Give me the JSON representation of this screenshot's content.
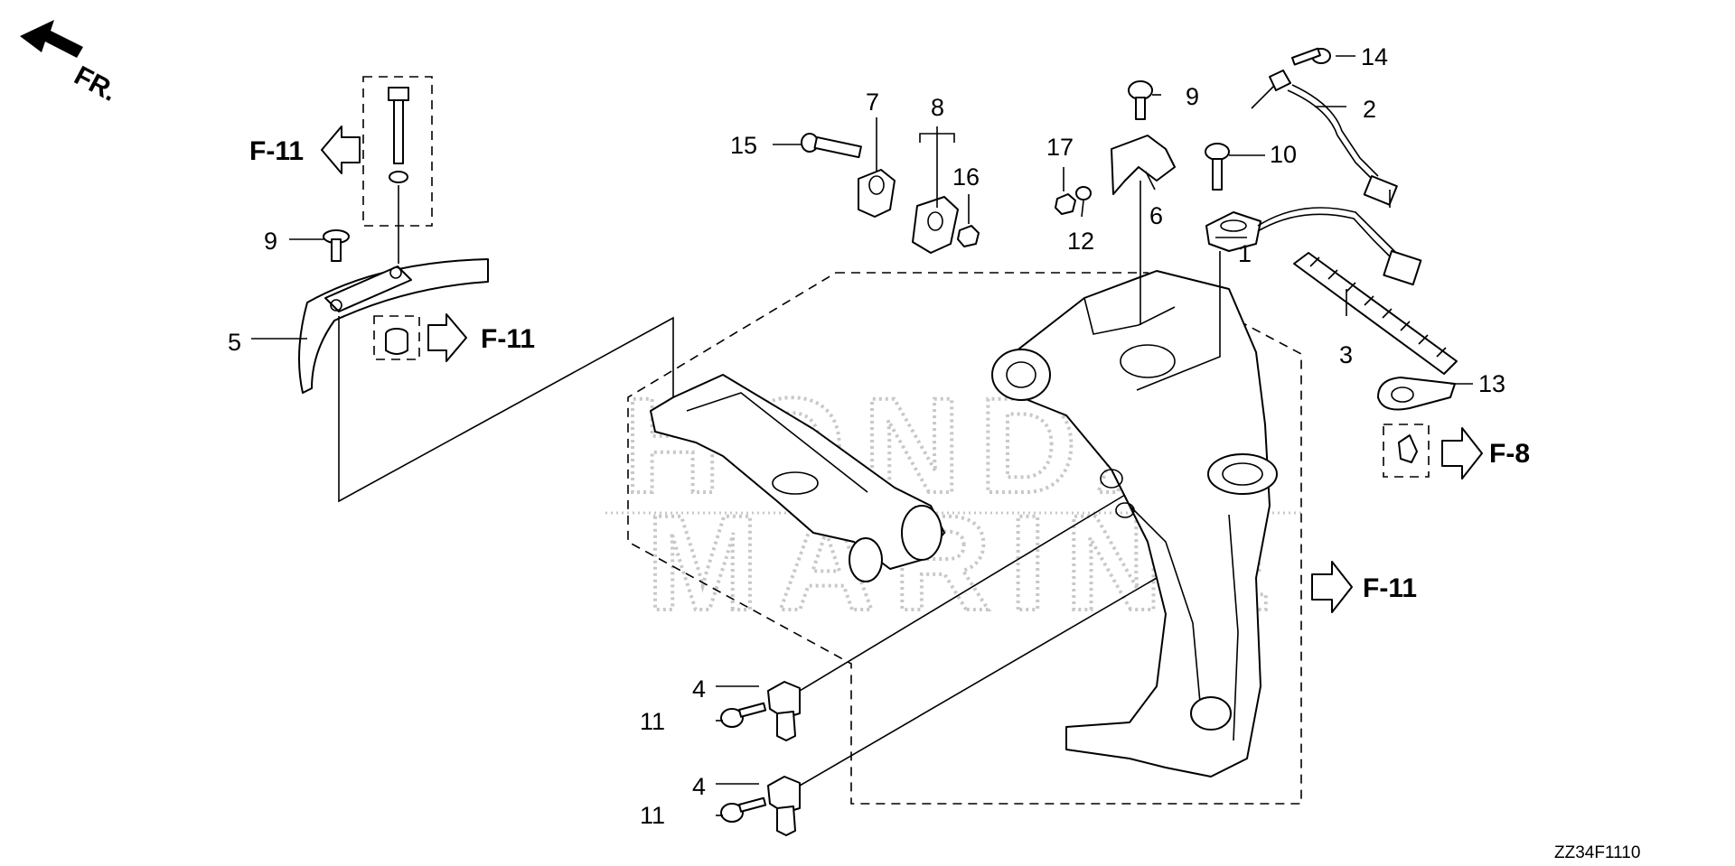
{
  "diagram": {
    "direction_marker": "FR.",
    "figure_code": "ZZ34F1110",
    "watermark": {
      "line1": "HONDA",
      "line2": "MARINE"
    },
    "ref_arrows": [
      {
        "id": "ref-f11-left-upper",
        "label": "F-11",
        "pointing": "left"
      },
      {
        "id": "ref-f11-left-lower",
        "label": "F-11",
        "pointing": "right"
      },
      {
        "id": "ref-f11-right",
        "label": "F-11",
        "pointing": "right"
      },
      {
        "id": "ref-f8",
        "label": "F-8",
        "pointing": "right"
      }
    ],
    "callouts": [
      {
        "id": "c1",
        "label": "1"
      },
      {
        "id": "c2",
        "label": "2"
      },
      {
        "id": "c3",
        "label": "3"
      },
      {
        "id": "c4a",
        "label": "4"
      },
      {
        "id": "c4b",
        "label": "4"
      },
      {
        "id": "c5",
        "label": "5"
      },
      {
        "id": "c6",
        "label": "6"
      },
      {
        "id": "c7",
        "label": "7"
      },
      {
        "id": "c8",
        "label": "8"
      },
      {
        "id": "c9a",
        "label": "9"
      },
      {
        "id": "c9b",
        "label": "9"
      },
      {
        "id": "c10",
        "label": "10"
      },
      {
        "id": "c11a",
        "label": "11"
      },
      {
        "id": "c11b",
        "label": "11"
      },
      {
        "id": "c12",
        "label": "12"
      },
      {
        "id": "c13",
        "label": "13"
      },
      {
        "id": "c14",
        "label": "14"
      },
      {
        "id": "c15",
        "label": "15"
      },
      {
        "id": "c16",
        "label": "16"
      },
      {
        "id": "c17",
        "label": "17"
      }
    ]
  }
}
